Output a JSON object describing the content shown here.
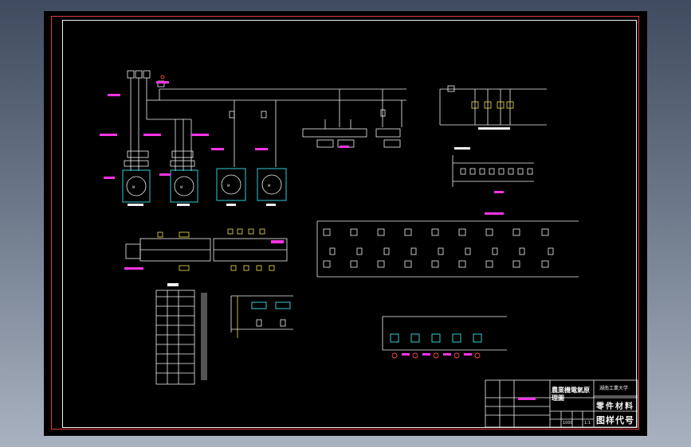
{
  "title_block": {
    "drawing_title": "農業機電氣原理圖",
    "school": "湖南工業大学",
    "material_label": "零件材料",
    "drawing_no_label": "图样代号",
    "scale_value": "1:1",
    "number_value": "1000"
  },
  "colors": {
    "background": "#000000",
    "frame": "#e23b3b",
    "lines": "#f2f2f2",
    "labels": "#ff34e4",
    "contacts": "#f2e34a",
    "coils": "#39e0ea",
    "lamps": "#ff4646"
  }
}
